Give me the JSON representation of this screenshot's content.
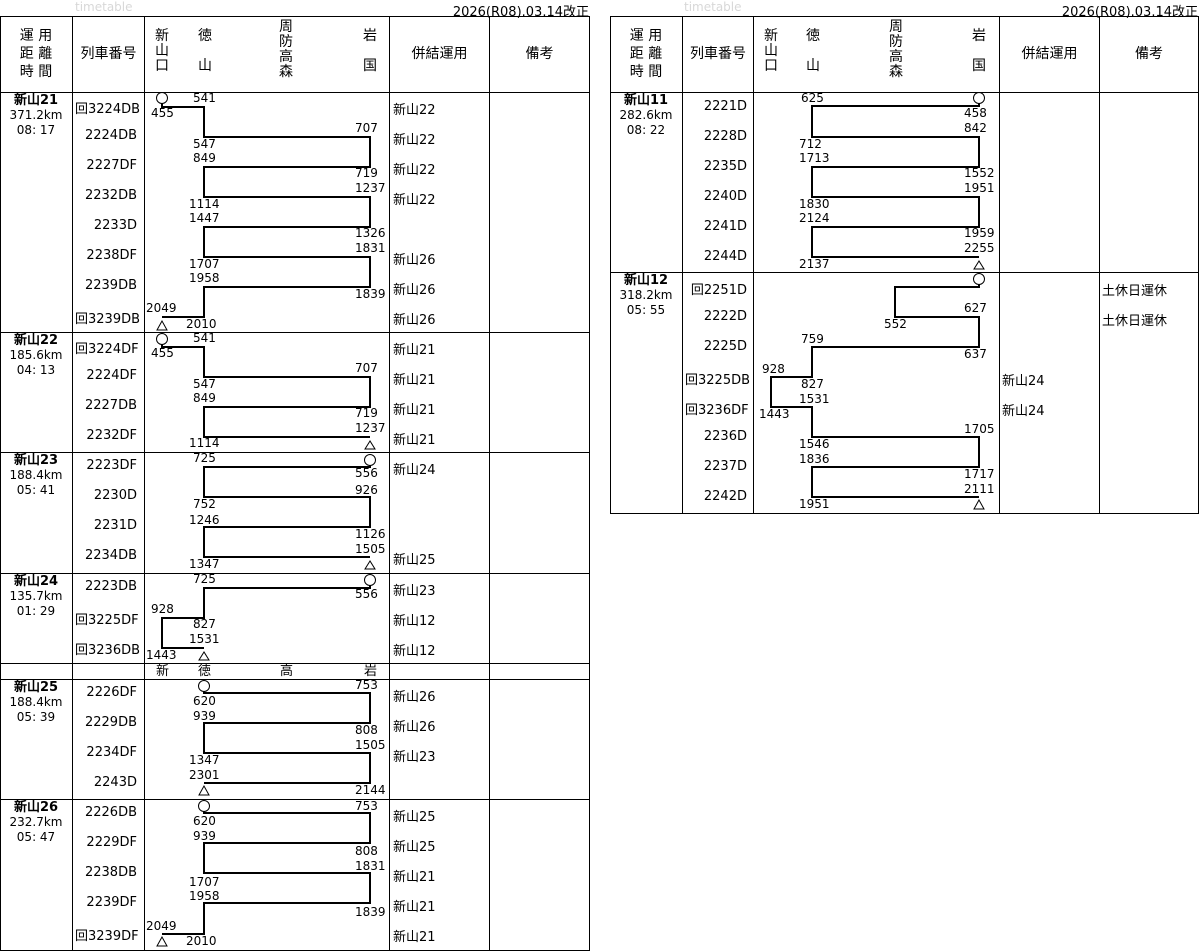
{
  "header": {
    "ghost_label": "timetable",
    "revision": "2026(R08).03.14改正",
    "col_unit": [
      "運 用",
      "距 離",
      "時 間"
    ],
    "col_train": "列車番号",
    "col_link": "併結運用",
    "col_note": "備考",
    "stations": {
      "shinyamaguchi": [
        "新",
        "山",
        "口"
      ],
      "tokuyama": [
        "徳",
        "山"
      ],
      "suotakamori": [
        "周",
        "防",
        "高",
        "森"
      ],
      "iwakuni": [
        "岩",
        "国"
      ]
    }
  },
  "mid_header": {
    "shin": "新",
    "toku": "徳",
    "taka": "高",
    "iwa": "岩"
  },
  "left_units": [
    {
      "name": "新山21",
      "distance": "371.2km",
      "time": "08: 17",
      "trains": [
        [
          "回3224DB",
          "新山22"
        ],
        [
          "2224DB",
          "新山22"
        ],
        [
          "2227DF",
          "新山22"
        ],
        [
          "2232DB",
          "新山22"
        ],
        [
          "2233D",
          ""
        ],
        [
          "2238DF",
          "新山26"
        ],
        [
          "2239DB",
          "新山26"
        ],
        [
          "回3239DB",
          "新山26"
        ]
      ]
    },
    {
      "name": "新山22",
      "distance": "185.6km",
      "time": "04: 13",
      "trains": [
        [
          "回3224DF",
          "新山21"
        ],
        [
          "2224DF",
          "新山21"
        ],
        [
          "2227DB",
          "新山21"
        ],
        [
          "2232DF",
          "新山21"
        ]
      ]
    },
    {
      "name": "新山23",
      "distance": "188.4km",
      "time": "05: 41",
      "trains": [
        [
          "2223DF",
          "新山24"
        ],
        [
          "2230D",
          ""
        ],
        [
          "2231D",
          ""
        ],
        [
          "2234DB",
          "新山25"
        ]
      ]
    },
    {
      "name": "新山24",
      "distance": "135.7km",
      "time": "01: 29",
      "trains": [
        [
          "2223DB",
          "新山23"
        ],
        [
          "回3225DF",
          "新山12"
        ],
        [
          "回3236DB",
          "新山12"
        ]
      ]
    },
    {
      "name": "新山25",
      "distance": "188.4km",
      "time": "05: 39",
      "trains": [
        [
          "2226DF",
          "新山26"
        ],
        [
          "2229DB",
          "新山26"
        ],
        [
          "2234DF",
          "新山23"
        ],
        [
          "2243D",
          ""
        ]
      ]
    },
    {
      "name": "新山26",
      "distance": "232.7km",
      "time": "05: 47",
      "trains": [
        [
          "2226DB",
          "新山25"
        ],
        [
          "2229DF",
          "新山25"
        ],
        [
          "2238DB",
          "新山21"
        ],
        [
          "2239DF",
          "新山21"
        ],
        [
          "回3239DF",
          "新山21"
        ]
      ]
    }
  ],
  "right_units": [
    {
      "name": "新山11",
      "distance": "282.6km",
      "time": "08: 22",
      "trains": [
        [
          "2221D",
          "",
          ""
        ],
        [
          "2228D",
          "",
          ""
        ],
        [
          "2235D",
          "",
          ""
        ],
        [
          "2240D",
          "",
          ""
        ],
        [
          "2241D",
          "",
          ""
        ],
        [
          "2244D",
          "",
          ""
        ]
      ]
    },
    {
      "name": "新山12",
      "distance": "318.2km",
      "time": "05: 55",
      "trains": [
        [
          "回2251D",
          "",
          "土休日運休"
        ],
        [
          "2222D",
          "",
          "土休日運休"
        ],
        [
          "2225D",
          "",
          ""
        ],
        [
          "回3225DB",
          "新山24",
          ""
        ],
        [
          "回3236DF",
          "新山24",
          ""
        ],
        [
          "2236D",
          "",
          ""
        ],
        [
          "2237D",
          "",
          ""
        ],
        [
          "2242D",
          "",
          ""
        ]
      ]
    }
  ],
  "left_times": {
    "u21": [
      "541",
      "455",
      "707",
      "547",
      "849",
      "719",
      "1237",
      "1114",
      "1447",
      "1326",
      "1831",
      "1707",
      "1958",
      "1839",
      "2049",
      "2010"
    ],
    "u22": [
      "541",
      "455",
      "707",
      "547",
      "849",
      "719",
      "1237",
      "1114"
    ],
    "u23": [
      "725",
      "556",
      "926",
      "752",
      "1246",
      "1126",
      "1505",
      "1347"
    ],
    "u24": [
      "725",
      "556",
      "928",
      "827",
      "1531",
      "1443"
    ],
    "u25": [
      "753",
      "620",
      "939",
      "808",
      "1505",
      "1347",
      "2301",
      "2144"
    ],
    "u26": [
      "753",
      "620",
      "939",
      "808",
      "1831",
      "1707",
      "1958",
      "1839",
      "2049",
      "2010"
    ]
  },
  "right_times": {
    "u11": [
      "625",
      "458",
      "842",
      "712",
      "1713",
      "1552",
      "1951",
      "1830",
      "2124",
      "1959",
      "2255",
      "2137"
    ],
    "u12": [
      "627",
      "552",
      "759",
      "637",
      "928",
      "827",
      "1531",
      "1443",
      "1705",
      "1546",
      "1836",
      "1717",
      "2111",
      "1951"
    ]
  }
}
